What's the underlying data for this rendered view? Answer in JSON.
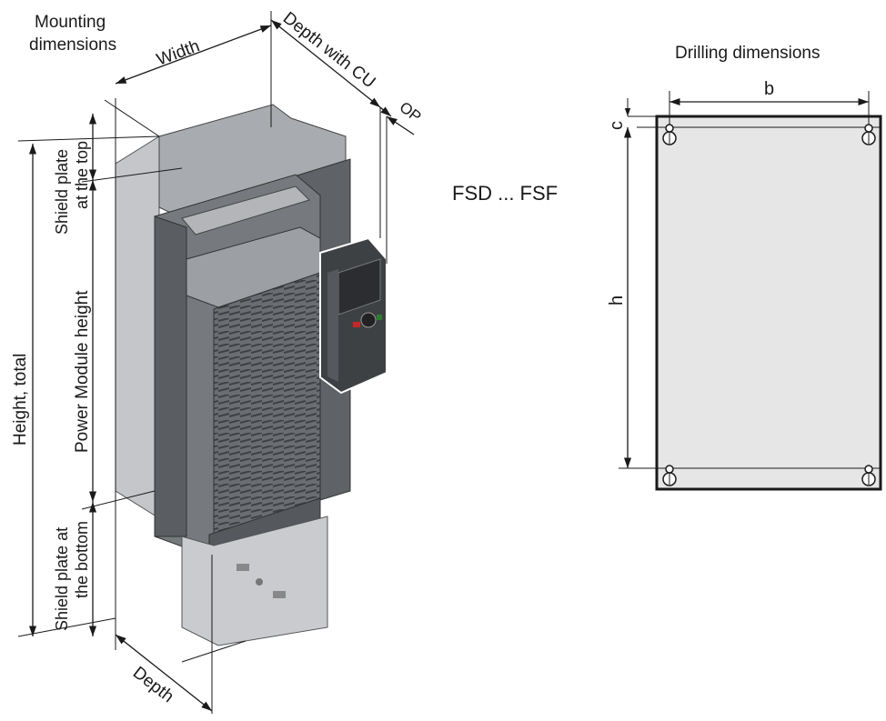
{
  "labels": {
    "mounting_line1": "Mounting",
    "mounting_line2": "dimensions",
    "width": "Width",
    "depth_with_cu": "Depth with CU",
    "op": "OP",
    "shield_top_line1": "Shield plate",
    "shield_top_line2": "at the top",
    "power_module_height": "Power Module height",
    "height_total": "Height, total",
    "shield_bottom_line1": "Shield plate at",
    "shield_bottom_line2": "the bottom",
    "depth": "Depth",
    "frame_sizes": "FSD ... FSF",
    "drilling_dimensions": "Drilling dimensions",
    "b": "b",
    "c": "c",
    "h": "h"
  },
  "colors": {
    "line": "#1a1a1a",
    "device_dark": "#5f6266",
    "device_mid": "#8c8f93",
    "device_light": "#c4c6c9",
    "plate_fill": "#e6e6e6"
  }
}
